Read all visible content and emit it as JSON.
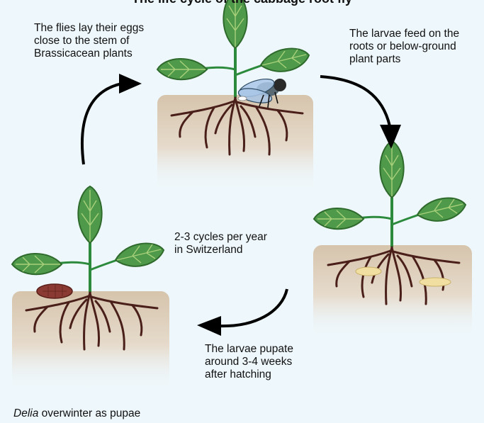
{
  "title_partial": "The life cycle of the cabbage root fly",
  "steps": {
    "lay_eggs": "The flies lay their eggs\nclose to the stem of\nBrassicacean plants",
    "larvae_feed": "The larvae feed on the\nroots or below-ground\nplant parts",
    "pupate": "The larvae pupate\naround 3-4 weeks\nafter hatching",
    "overwinter_genus": "Delia",
    "overwinter_rest": " overwinter as pupae",
    "cycles": "2-3 cycles per year\nin Switzerland"
  },
  "colors": {
    "background": "#eef7fb",
    "soil": "#d8c7b0",
    "root": "#4a1f1a",
    "leaf": "#4f9a4a",
    "leaf_dark": "#2f6a2d",
    "stem": "#2c8a3c",
    "larva": "#f1dfa1",
    "pupa": "#8a3a32",
    "fly_wing": "#a8c6e6",
    "arrow": "#000000"
  }
}
